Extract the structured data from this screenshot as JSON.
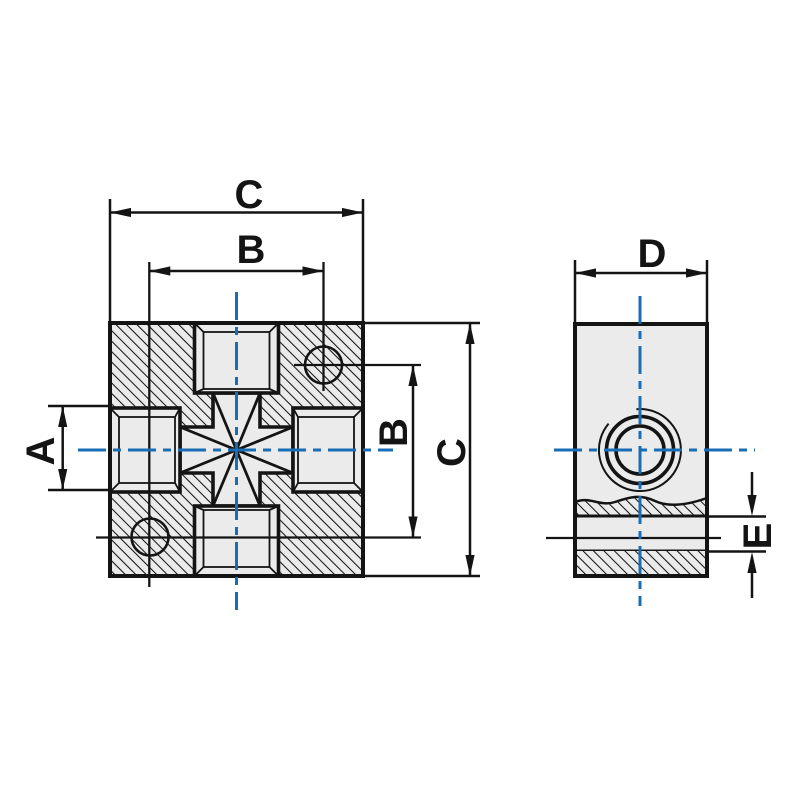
{
  "drawing": {
    "dimension_labels": {
      "a": "A",
      "b_horizontal": "B",
      "b_vertical": "B",
      "c_horizontal": "C",
      "c_vertical": "C",
      "d": "D",
      "e": "E"
    },
    "colors": {
      "centerline": "#1a6db5",
      "line": "#141414",
      "fill": "#ebebeb",
      "background": "#ffffff"
    }
  }
}
